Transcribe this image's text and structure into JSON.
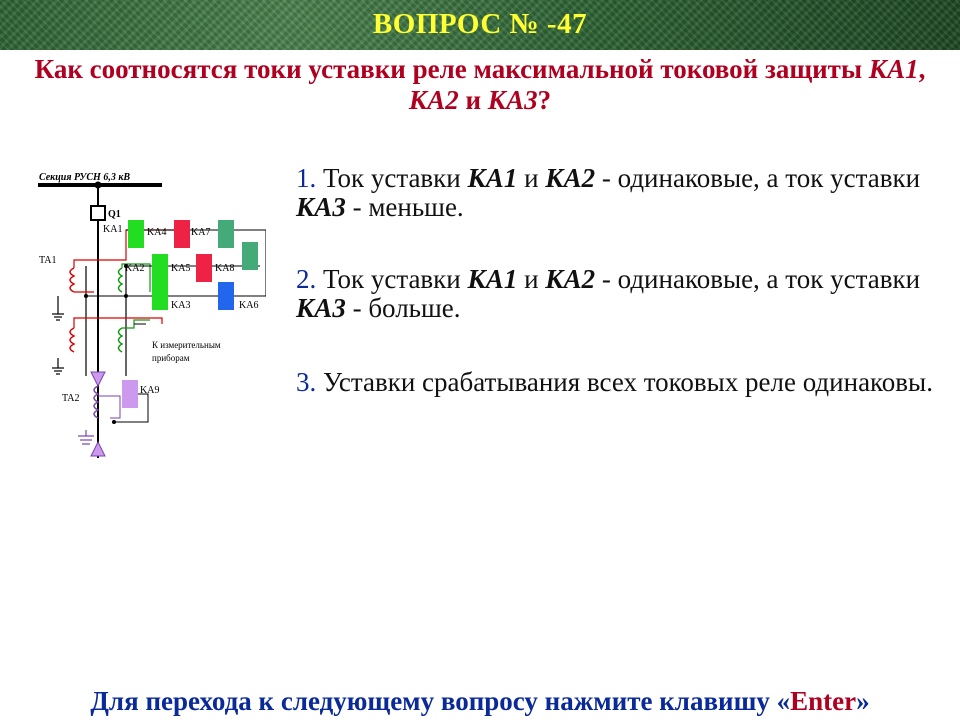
{
  "header": {
    "question_number": "ВОПРОС  № -47"
  },
  "question": {
    "part1": "Как соотносятся токи уставки реле максимальной токовой защиты ",
    "ka1": "КА1",
    "sep1": ", ",
    "ka2": "КА2",
    "sep2": " и ",
    "ka3": "КА3",
    "part_end": "?"
  },
  "diagram": {
    "section_label": "Секция РУСН 6,3 кВ",
    "q1": "Q1",
    "ta1": "TA1",
    "ta2": "TA2",
    "ka1": "KA1",
    "ka2": "KA2",
    "ka3": "KA3",
    "ka4": "KA4",
    "ka5": "KA5",
    "ka6": "KA6",
    "ka7": "KA7",
    "ka8": "KA8",
    "ka9": "KA9",
    "instruments_line1": "К измерительным",
    "instruments_line2": "приборам",
    "colors": {
      "green": "#22dd22",
      "red": "#ee2244",
      "teal": "#44aa77",
      "blue": "#2266ee",
      "violet": "#cc99ee",
      "wire_red": "#dd0000",
      "wire_green": "#119911"
    }
  },
  "options": [
    {
      "num": "1.",
      "t1": " Ток уставки ",
      "k1": "КА1",
      "t2": " и ",
      "k2": "КА2",
      "t3": " - одинаковые, а ток уставки ",
      "k3": "КА3",
      "t4": " - меньше."
    },
    {
      "num": "2.",
      "t1": " Ток уставки ",
      "k1": "КА1",
      "t2": " и ",
      "k2": "КА2",
      "t3": " - одинаковые, а ток уставки ",
      "k3": "КА3",
      "t4": " - больше."
    },
    {
      "num": "3.",
      "t1": " Уставки срабатывания всех токовых реле одинаковы."
    }
  ],
  "footer": {
    "text": "Для перехода к следующему вопросу нажмите клавишу «",
    "key": "Enter",
    "end": "»"
  }
}
